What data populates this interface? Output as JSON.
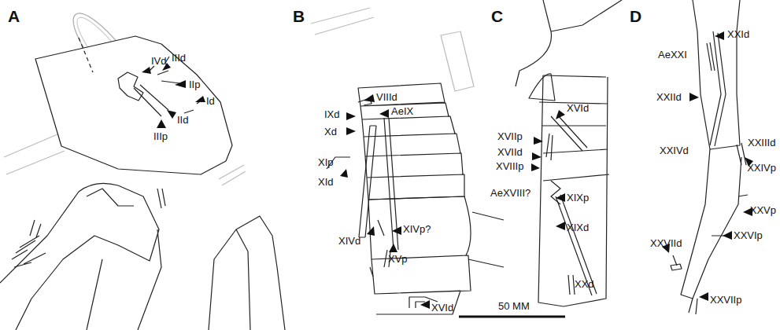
{
  "diagram": {
    "labels": [
      "A",
      "IVd",
      "IIId",
      "IIp",
      "Id",
      "IId",
      "IIIp",
      "B",
      "VIIId",
      "IXd",
      "AeIX",
      "Xd",
      "XIp",
      "XId",
      "XIVd",
      "XIVp?",
      "XVp",
      "XVId",
      "C",
      "XVId",
      "XVIIp",
      "XVIId",
      "XVIIIp",
      "AeXVIII?",
      "XIXp",
      "XIXd",
      "XXd",
      "D",
      "XXId",
      "AeXXI",
      "XXIId",
      "XXIIId",
      "XXIVd",
      "XXIVp",
      "XXVp",
      "XXVIp",
      "XXVIId",
      "XXVIIp",
      "50 MM"
    ]
  }
}
